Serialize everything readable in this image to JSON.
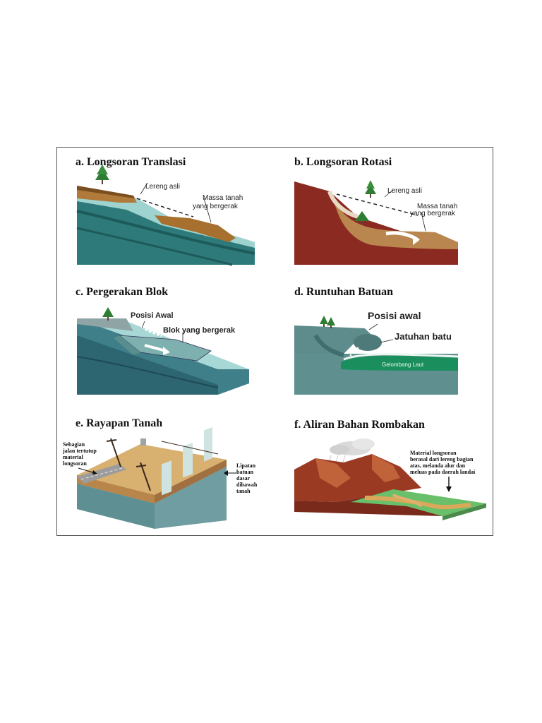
{
  "panels": {
    "a": {
      "title": "a. Longsoran Translasi",
      "labels": [
        "Lereng asli",
        "Massa tanah",
        "yang bergerak"
      ]
    },
    "b": {
      "title": "b. Longsoran Rotasi",
      "labels": [
        "Lereng asli",
        "Massa tanah",
        "yang bergerak"
      ]
    },
    "c": {
      "title": "c. Pergerakan Blok",
      "labels": [
        "Posisi Awal",
        "Blok yang bergerak"
      ]
    },
    "d": {
      "title": "d. Runtuhan Batuan",
      "labels": [
        "Posisi awal",
        "Jatuhan batu",
        "Gelombang Laut"
      ]
    },
    "e": {
      "title": "e. Rayapan Tanah",
      "labels": [
        "Sebagian",
        "jalan tertutup",
        "material",
        "longsoran",
        "Lipatan",
        "batuan",
        "dasar",
        "dibawah",
        "tanah"
      ]
    },
    "f": {
      "title": "f. Aliran Bahan Rombakan",
      "labels": [
        "Material longsoran",
        "berasal dari lereng bagian",
        "atas, melanda alur dan",
        "meluas pada daerah landai"
      ]
    }
  },
  "colors": {
    "soil_brown": "#b07a3a",
    "dark_red_earth": "#8b2a20",
    "teal_rock": "#3f8f8f",
    "sea_green": "#1f8f5f",
    "tree_green": "#2e7d32"
  }
}
